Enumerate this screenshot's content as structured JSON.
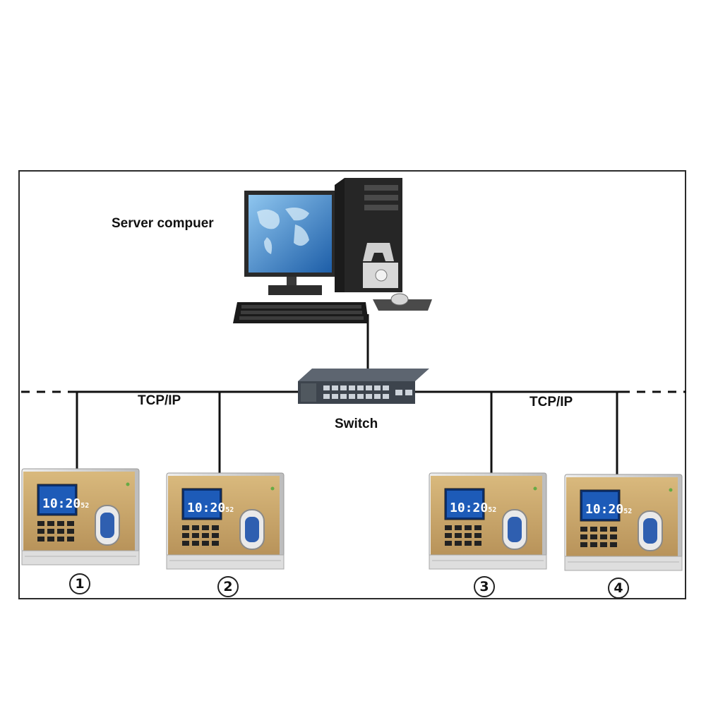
{
  "labels": {
    "server": "Server compuer",
    "tcp_left": "TCP/IP",
    "tcp_right": "TCP/IP",
    "switch": "Switch"
  },
  "devices": [
    {
      "number": "1",
      "screen_time": "10:20",
      "screen_sec": "52"
    },
    {
      "number": "2",
      "screen_time": "10:20",
      "screen_sec": "52"
    },
    {
      "number": "3",
      "screen_time": "10:20",
      "screen_sec": "52"
    },
    {
      "number": "4",
      "screen_time": "10:20",
      "screen_sec": "52"
    }
  ],
  "icons": {
    "server": "server-computer-icon",
    "switch": "network-switch-icon",
    "device": "fingerprint-terminal-icon"
  },
  "colors": {
    "device_panel": "#c9a86a",
    "device_frame": "#d8d8d8",
    "screen": "#1d5bb8",
    "line": "#111111"
  }
}
